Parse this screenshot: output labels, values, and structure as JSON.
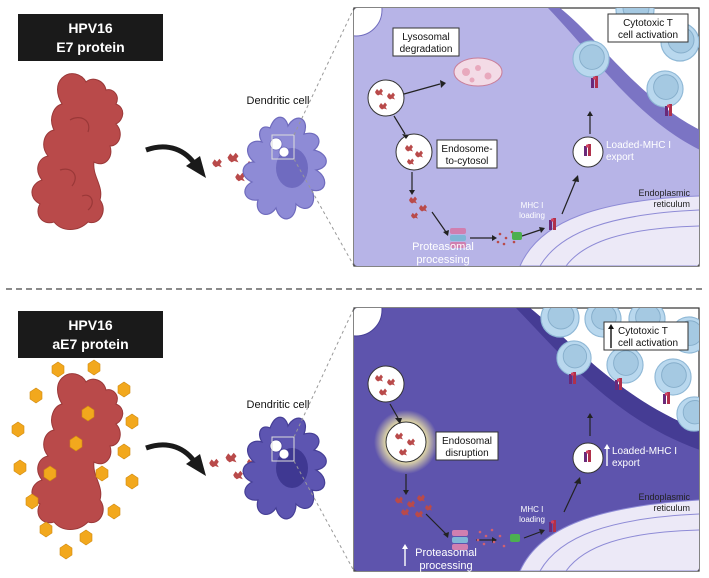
{
  "top": {
    "protein_title_line1": "HPV16",
    "protein_title_line2": "E7 protein",
    "cell_label": "Dendritic cell",
    "lysosomal_line1": "Lysosomal",
    "lysosomal_line2": "degradation",
    "endosome_line1": "Endosome-",
    "endosome_line2": "to-cytosol",
    "proteasomal_line1": "Proteasomal",
    "proteasomal_line2": "processing",
    "mhc_loading_line1": "MHC I",
    "mhc_loading_line2": "loading",
    "export_line1": "Loaded-MHC I",
    "export_line2": "export",
    "er_line1": "Endoplasmic",
    "er_line2": "reticulum",
    "tcell_line1": "Cytotoxic T",
    "tcell_line2": "cell activation"
  },
  "bottom": {
    "protein_title_line1": "HPV16",
    "protein_title_line2": "aE7 protein",
    "cell_label": "Dendritic cell",
    "endosomal_line1": "Endosomal",
    "endosomal_line2": "disruption",
    "proteasomal_line1": "Proteasomal",
    "proteasomal_line2": "processing",
    "mhc_loading_line1": "MHC I",
    "mhc_loading_line2": "loading",
    "export_line1": "Loaded-MHC I",
    "export_line2": "export",
    "er_line1": "Endoplasmic",
    "er_line2": "reticulum",
    "tcell_line1": "Cytotoxic T",
    "tcell_line2": "cell activation"
  },
  "colors": {
    "title_box": "#1a1a1a",
    "protein": "#b94a4a",
    "shell": "#f2a81d",
    "dc_top": "#8e8bd6",
    "dc_bottom": "#5d55b1",
    "panel_top": "#b7b4e7",
    "panel_bottom": "#5e54ad",
    "tcell": "#a8cde6"
  }
}
